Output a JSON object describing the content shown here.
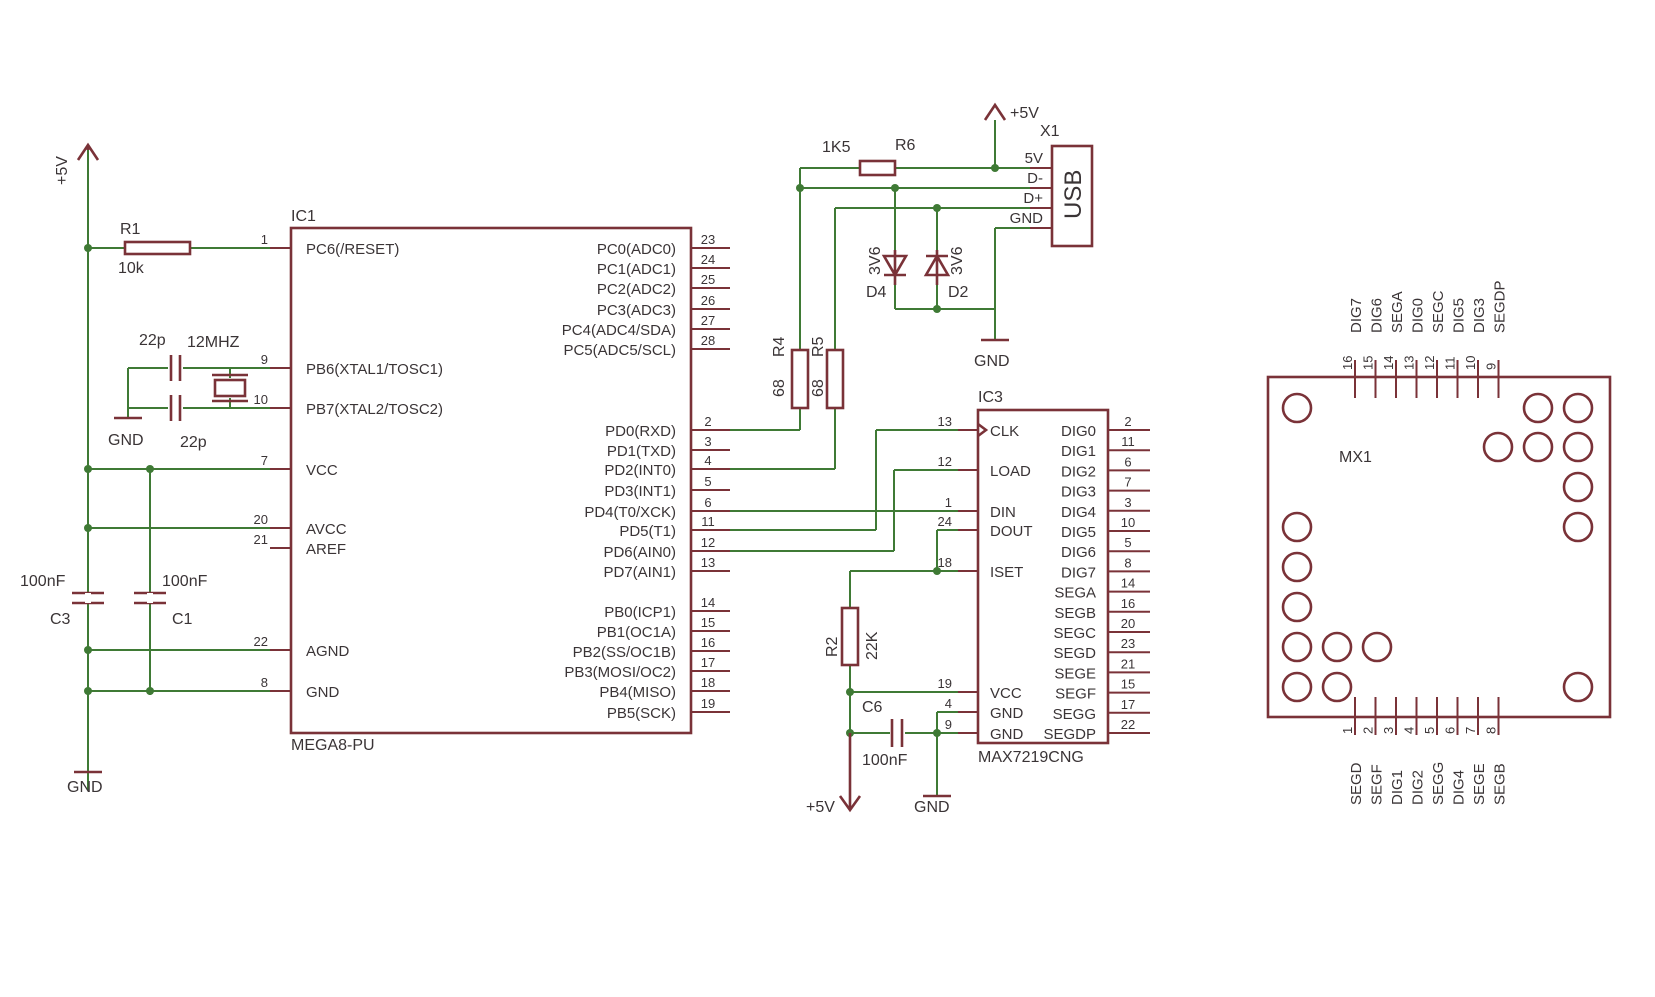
{
  "colors": {
    "wire": "#3f7a35",
    "part": "#7a3238",
    "text": "#3a3436",
    "background": "#ffffff"
  },
  "supplies": {
    "vcc": "+5V",
    "gnd": "GND"
  },
  "ic1": {
    "name": "IC1",
    "value": "MEGA8-PU",
    "left_pins": [
      {
        "num": "1",
        "name": "PC6(/RESET)"
      },
      {
        "num": "9",
        "name": "PB6(XTAL1/TOSC1)"
      },
      {
        "num": "10",
        "name": "PB7(XTAL2/TOSC2)"
      },
      {
        "num": "7",
        "name": "VCC"
      },
      {
        "num": "20",
        "name": "AVCC"
      },
      {
        "num": "21",
        "name": "AREF"
      },
      {
        "num": "22",
        "name": "AGND"
      },
      {
        "num": "8",
        "name": "GND"
      }
    ],
    "right_pins": [
      {
        "num": "23",
        "name": "PC0(ADC0)"
      },
      {
        "num": "24",
        "name": "PC1(ADC1)"
      },
      {
        "num": "25",
        "name": "PC2(ADC2)"
      },
      {
        "num": "26",
        "name": "PC3(ADC3)"
      },
      {
        "num": "27",
        "name": "PC4(ADC4/SDA)"
      },
      {
        "num": "28",
        "name": "PC5(ADC5/SCL)"
      },
      {
        "num": "2",
        "name": "PD0(RXD)"
      },
      {
        "num": "3",
        "name": "PD1(TXD)"
      },
      {
        "num": "4",
        "name": "PD2(INT0)"
      },
      {
        "num": "5",
        "name": "PD3(INT1)"
      },
      {
        "num": "6",
        "name": "PD4(T0/XCK)"
      },
      {
        "num": "11",
        "name": "PD5(T1)"
      },
      {
        "num": "12",
        "name": "PD6(AIN0)"
      },
      {
        "num": "13",
        "name": "PD7(AIN1)"
      },
      {
        "num": "14",
        "name": "PB0(ICP1)"
      },
      {
        "num": "15",
        "name": "PB1(OC1A)"
      },
      {
        "num": "16",
        "name": "PB2(SS/OC1B)"
      },
      {
        "num": "17",
        "name": "PB3(MOSI/OC2)"
      },
      {
        "num": "18",
        "name": "PB4(MISO)"
      },
      {
        "num": "19",
        "name": "PB5(SCK)"
      }
    ]
  },
  "ic3": {
    "name": "IC3",
    "value": "MAX7219CNG",
    "left_pins": [
      {
        "num": "13",
        "name": "CLK"
      },
      {
        "num": "12",
        "name": "LOAD"
      },
      {
        "num": "1",
        "name": "DIN"
      },
      {
        "num": "24",
        "name": "DOUT"
      },
      {
        "num": "18",
        "name": "ISET"
      },
      {
        "num": "19",
        "name": "VCC"
      },
      {
        "num": "4",
        "name": "GND"
      },
      {
        "num": "9",
        "name": "GND"
      }
    ],
    "right_pins": [
      {
        "num": "2",
        "name": "DIG0"
      },
      {
        "num": "11",
        "name": "DIG1"
      },
      {
        "num": "6",
        "name": "DIG2"
      },
      {
        "num": "7",
        "name": "DIG3"
      },
      {
        "num": "3",
        "name": "DIG4"
      },
      {
        "num": "10",
        "name": "DIG5"
      },
      {
        "num": "5",
        "name": "DIG6"
      },
      {
        "num": "8",
        "name": "DIG7"
      },
      {
        "num": "14",
        "name": "SEGA"
      },
      {
        "num": "16",
        "name": "SEGB"
      },
      {
        "num": "20",
        "name": "SEGC"
      },
      {
        "num": "23",
        "name": "SEGD"
      },
      {
        "num": "21",
        "name": "SEGE"
      },
      {
        "num": "15",
        "name": "SEGF"
      },
      {
        "num": "17",
        "name": "SEGG"
      },
      {
        "num": "22",
        "name": "SEGDP"
      }
    ]
  },
  "usb": {
    "name": "X1",
    "body": "USB",
    "pins": [
      "5V",
      "D-",
      "D+",
      "GND"
    ]
  },
  "mx1": {
    "name": "MX1",
    "top_pins": [
      {
        "num": "16",
        "name": "DIG7"
      },
      {
        "num": "15",
        "name": "DIG6"
      },
      {
        "num": "14",
        "name": "SEGA"
      },
      {
        "num": "13",
        "name": "DIG0"
      },
      {
        "num": "12",
        "name": "SEGC"
      },
      {
        "num": "11",
        "name": "DIG5"
      },
      {
        "num": "10",
        "name": "DIG3"
      },
      {
        "num": "9",
        "name": "SEGDP"
      }
    ],
    "bottom_pins": [
      {
        "num": "1",
        "name": "SEGD"
      },
      {
        "num": "2",
        "name": "SEGF"
      },
      {
        "num": "3",
        "name": "DIG1"
      },
      {
        "num": "4",
        "name": "DIG2"
      },
      {
        "num": "5",
        "name": "SEGG"
      },
      {
        "num": "6",
        "name": "DIG4"
      },
      {
        "num": "7",
        "name": "SEGE"
      },
      {
        "num": "8",
        "name": "SEGB"
      }
    ]
  },
  "components": {
    "r1": {
      "name": "R1",
      "value": "10k"
    },
    "r2": {
      "name": "R2",
      "value": "22K"
    },
    "r4": {
      "name": "R4",
      "value": "68"
    },
    "r5": {
      "name": "R5",
      "value": "68"
    },
    "r6": {
      "name": "R6",
      "value": "1K5"
    },
    "c1": {
      "name": "C1",
      "value": "100nF"
    },
    "c3": {
      "name": "C3",
      "value": "100nF"
    },
    "c6": {
      "name": "C6",
      "value": "100nF"
    },
    "xtal": {
      "value": "12MHZ"
    },
    "cx1": {
      "value": "22p"
    },
    "cx2": {
      "value": "22p"
    },
    "d2": {
      "name": "D2",
      "value": "3V6"
    },
    "d4": {
      "name": "D4",
      "value": "3V6"
    }
  }
}
